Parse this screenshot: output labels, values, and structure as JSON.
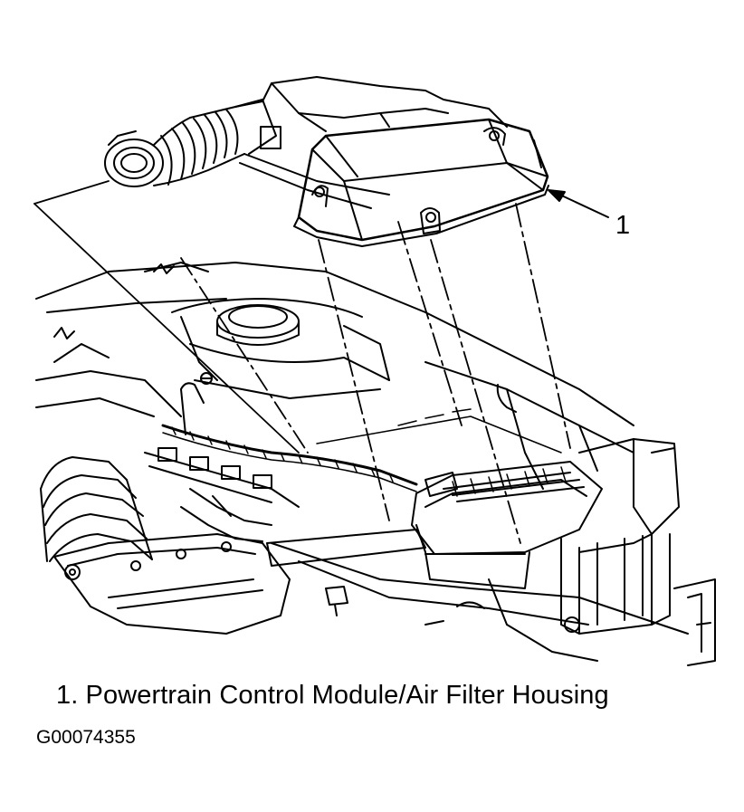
{
  "figure": {
    "callout_number": "1",
    "caption": "1. Powertrain Control Module/Air Filter Housing",
    "figure_id": "G00074355"
  },
  "colors": {
    "ink": "#000000",
    "paper": "#ffffff"
  }
}
